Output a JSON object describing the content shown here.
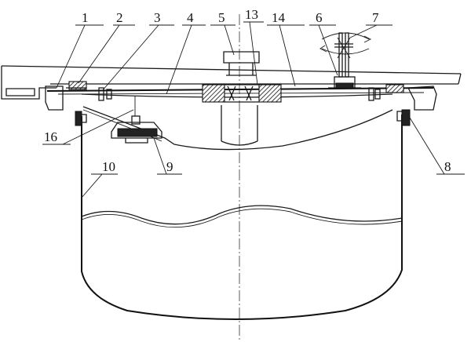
{
  "labels": {
    "l1": "1",
    "l2": "2",
    "l3": "3",
    "l4": "4",
    "l5": "5",
    "l13": "13",
    "l14": "14",
    "l6": "6",
    "l7": "7",
    "l16": "16",
    "l9": "9",
    "l10": "10",
    "l8": "8"
  }
}
